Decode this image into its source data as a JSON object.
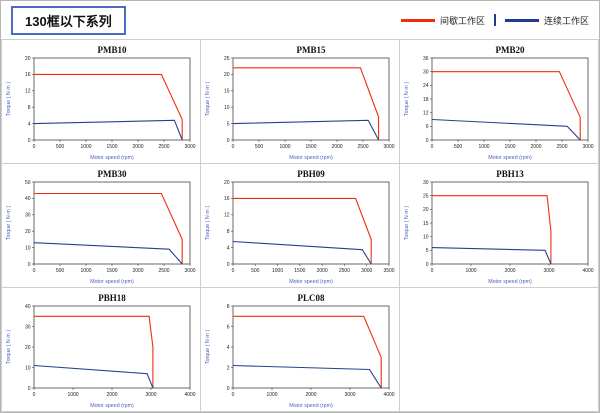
{
  "header": {
    "title": "130框以下系列"
  },
  "legend": {
    "items": [
      {
        "label": "间歇工作区",
        "color": "#ee2e12"
      },
      {
        "label": "连续工作区",
        "color": "#223a8f"
      }
    ]
  },
  "style": {
    "intermittent_color": "#ee2e12",
    "continuous_color": "#27418f",
    "axis_label_color": "#4a5fc1"
  },
  "chart_data": [
    {
      "type": "line",
      "title": "PMB10",
      "xlabel": "Motor speed (rpm)",
      "ylabel": "Torque ( N·m )",
      "xlim": [
        0,
        3000
      ],
      "ylim": [
        0,
        20
      ],
      "xticks": [
        0,
        500,
        1000,
        1500,
        2000,
        2500,
        3000
      ],
      "yticks": [
        0,
        4,
        8,
        12,
        16,
        20
      ],
      "series": [
        {
          "name": "间歇工作区",
          "color": "#ee2e12",
          "points": [
            [
              0,
              16
            ],
            [
              2450,
              16
            ],
            [
              2850,
              5
            ],
            [
              2850,
              0
            ]
          ]
        },
        {
          "name": "连续工作区",
          "color": "#27418f",
          "points": [
            [
              0,
              4
            ],
            [
              2700,
              4.8
            ],
            [
              2850,
              0
            ]
          ]
        }
      ]
    },
    {
      "type": "line",
      "title": "PMB15",
      "xlabel": "Motor speed (rpm)",
      "ylabel": "Torque ( N·m )",
      "xlim": [
        0,
        3000
      ],
      "ylim": [
        0,
        25
      ],
      "xticks": [
        0,
        500,
        1000,
        1500,
        2000,
        2500,
        3000
      ],
      "yticks": [
        0,
        5,
        10,
        15,
        20,
        25
      ],
      "series": [
        {
          "name": "间歇工作区",
          "color": "#ee2e12",
          "points": [
            [
              0,
              22
            ],
            [
              2450,
              22
            ],
            [
              2800,
              7
            ],
            [
              2800,
              0
            ]
          ]
        },
        {
          "name": "连续工作区",
          "color": "#27418f",
          "points": [
            [
              0,
              5
            ],
            [
              2600,
              6
            ],
            [
              2800,
              0
            ]
          ]
        }
      ]
    },
    {
      "type": "line",
      "title": "PMB20",
      "xlabel": "Motor speed (rpm)",
      "ylabel": "Torque ( N·m )",
      "xlim": [
        0,
        3000
      ],
      "ylim": [
        0,
        36
      ],
      "xticks": [
        0,
        500,
        1000,
        1500,
        2000,
        2500,
        3000
      ],
      "yticks": [
        0,
        6,
        12,
        18,
        24,
        30,
        36
      ],
      "series": [
        {
          "name": "间歇工作区",
          "color": "#ee2e12",
          "points": [
            [
              0,
              30
            ],
            [
              2450,
              30
            ],
            [
              2850,
              10
            ],
            [
              2850,
              0
            ]
          ]
        },
        {
          "name": "连续工作区",
          "color": "#27418f",
          "points": [
            [
              0,
              9
            ],
            [
              2600,
              6
            ],
            [
              2850,
              0
            ]
          ]
        }
      ]
    },
    {
      "type": "line",
      "title": "PMB30",
      "xlabel": "Motor speed (rpm)",
      "ylabel": "Torque ( N·m )",
      "xlim": [
        0,
        3000
      ],
      "ylim": [
        0,
        50
      ],
      "xticks": [
        0,
        500,
        1000,
        1500,
        2000,
        2500,
        3000
      ],
      "yticks": [
        0,
        10,
        20,
        30,
        40,
        50
      ],
      "series": [
        {
          "name": "间歇工作区",
          "color": "#ee2e12",
          "points": [
            [
              0,
              43
            ],
            [
              2450,
              43
            ],
            [
              2850,
              15
            ],
            [
              2850,
              0
            ]
          ]
        },
        {
          "name": "连续工作区",
          "color": "#27418f",
          "points": [
            [
              0,
              13
            ],
            [
              2600,
              9
            ],
            [
              2850,
              0
            ]
          ]
        }
      ]
    },
    {
      "type": "line",
      "title": "PBH09",
      "xlabel": "Motor speed (rpm)",
      "ylabel": "Torque ( N·m )",
      "xlim": [
        0,
        3500
      ],
      "ylim": [
        0,
        20
      ],
      "xticks": [
        0,
        500,
        1000,
        1500,
        2000,
        2500,
        3000,
        3500
      ],
      "yticks": [
        0,
        4,
        8,
        12,
        16,
        20
      ],
      "series": [
        {
          "name": "间歇工作区",
          "color": "#ee2e12",
          "points": [
            [
              0,
              16
            ],
            [
              2750,
              16
            ],
            [
              3100,
              6
            ],
            [
              3100,
              0
            ]
          ]
        },
        {
          "name": "连续工作区",
          "color": "#27418f",
          "points": [
            [
              0,
              5.5
            ],
            [
              2900,
              3.5
            ],
            [
              3100,
              0
            ]
          ]
        }
      ]
    },
    {
      "type": "line",
      "title": "PBH13",
      "xlabel": "Motor speed (rpm)",
      "ylabel": "Torque ( N·m )",
      "xlim": [
        0,
        4000
      ],
      "ylim": [
        0,
        30
      ],
      "xticks": [
        0,
        1000,
        2000,
        3000,
        4000
      ],
      "yticks": [
        0,
        5,
        10,
        15,
        20,
        25,
        30
      ],
      "series": [
        {
          "name": "间歇工作区",
          "color": "#ee2e12",
          "points": [
            [
              0,
              25
            ],
            [
              2950,
              25
            ],
            [
              3050,
              12
            ],
            [
              3050,
              0
            ]
          ]
        },
        {
          "name": "连续工作区",
          "color": "#27418f",
          "points": [
            [
              0,
              6
            ],
            [
              2900,
              5
            ],
            [
              3050,
              0
            ]
          ]
        }
      ]
    },
    {
      "type": "line",
      "title": "PBH18",
      "xlabel": "Motor speed (rpm)",
      "ylabel": "Torque ( N·m )",
      "xlim": [
        0,
        4000
      ],
      "ylim": [
        0,
        40
      ],
      "xticks": [
        0,
        1000,
        2000,
        3000,
        4000
      ],
      "yticks": [
        0,
        10,
        20,
        30,
        40
      ],
      "series": [
        {
          "name": "间歇工作区",
          "color": "#ee2e12",
          "points": [
            [
              0,
              35
            ],
            [
              2950,
              35
            ],
            [
              3050,
              20
            ],
            [
              3050,
              0
            ]
          ]
        },
        {
          "name": "连续工作区",
          "color": "#27418f",
          "points": [
            [
              0,
              11
            ],
            [
              2900,
              7
            ],
            [
              3050,
              0
            ]
          ]
        }
      ]
    },
    {
      "type": "line",
      "title": "PLC08",
      "xlabel": "Motor speed (rpm)",
      "ylabel": "Torque ( N·m )",
      "xlim": [
        0,
        4000
      ],
      "ylim": [
        0,
        8
      ],
      "xticks": [
        0,
        1000,
        2000,
        3000,
        4000
      ],
      "yticks": [
        0,
        2,
        4,
        6,
        8
      ],
      "series": [
        {
          "name": "间歇工作区",
          "color": "#ee2e12",
          "points": [
            [
              0,
              7
            ],
            [
              3350,
              7
            ],
            [
              3800,
              3
            ],
            [
              3800,
              0
            ]
          ]
        },
        {
          "name": "连续工作区",
          "color": "#27418f",
          "points": [
            [
              0,
              2.2
            ],
            [
              3500,
              1.8
            ],
            [
              3800,
              0
            ]
          ]
        }
      ]
    }
  ]
}
